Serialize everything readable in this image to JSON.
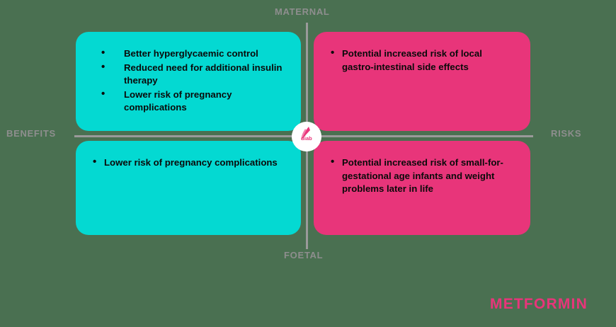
{
  "axes": {
    "top": "MATERNAL",
    "bottom": "FOETAL",
    "left": "BENEFITS",
    "right": "RISKS"
  },
  "brand": {
    "word": "METFORMIN",
    "logo_alt": "diabetes-logo"
  },
  "colors": {
    "background": "#4a7051",
    "benefit": "#04d9d2",
    "risk": "#e8357a",
    "axis_text": "#8e8e8e",
    "divider": "#9a9a9a",
    "brand": "#e8357a",
    "bullet_text": "#0a0a0a"
  },
  "quadrants": {
    "maternal_benefits": {
      "title": "Maternal benefits",
      "items": [
        "Better hyperglycaemic control",
        "Reduced need for additional insulin therapy",
        "Lower risk of pregnancy complications"
      ]
    },
    "maternal_risks": {
      "title": "Maternal risks",
      "items": [
        "Potential increased risk of local gastro-intestinal side effects"
      ]
    },
    "foetal_benefits": {
      "title": "Foetal benefits",
      "items": [
        "Lower risk of pregnancy complications"
      ]
    },
    "foetal_risks": {
      "title": "Foetal risks",
      "items": [
        "Potential increased risk of small-for-gestational age infants and weight problems later in life"
      ]
    }
  }
}
